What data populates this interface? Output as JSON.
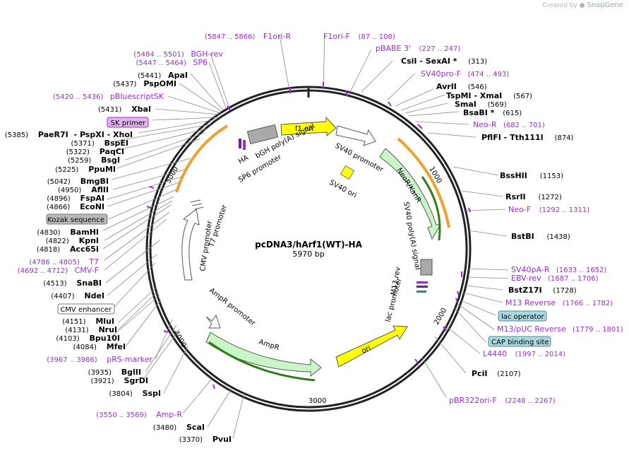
{
  "brand": {
    "created_by": "Created by",
    "name": "SnapGene"
  },
  "title": {
    "name": "pcDNA3/hArf1(WT)-HA",
    "size": "5970 bp"
  },
  "ticks": [
    "1000",
    "2000",
    "3000",
    "4000",
    "5000"
  ],
  "colors": {
    "enzyme": "#000000",
    "primer": "#9a2bd1",
    "f1ori": "#ffff00",
    "ori": "#ffff00",
    "neo": "#c9f5c9",
    "ampr": "#c9f5c9",
    "promoter": "#ffffff",
    "polyA": "#a9a9a9",
    "orange_arc": "#f0a030",
    "green_arc": "#2e7d1a"
  },
  "sites_right": [
    {
      "name": "CsiI",
      "extra": "- SexAI *",
      "pos": "(313)"
    },
    {
      "name": "SV40pro-F",
      "pos": "(474 .. 493)",
      "primer": true
    },
    {
      "name": "AvrII",
      "pos": "(546)"
    },
    {
      "name": "TspMI",
      "extra": "- XmaI",
      "pos": "(567)"
    },
    {
      "name": "SmaI",
      "pos": "(569)"
    },
    {
      "name": "BsaBI *",
      "pos": "(615)"
    },
    {
      "name": "Neo-R",
      "pos": "(682 .. 701)",
      "primer": true
    },
    {
      "name": "PflFI",
      "extra": "- Tth111I",
      "pos": "(874)"
    },
    {
      "name": "BssHII",
      "pos": "(1153)"
    },
    {
      "name": "RsrII",
      "pos": "(1272)"
    },
    {
      "name": "Neo-F",
      "pos": "(1292 .. 1311)",
      "primer": true
    },
    {
      "name": "BstBI",
      "pos": "(1438)"
    },
    {
      "name": "SV40pA-R",
      "pos": "(1633 .. 1652)",
      "primer": true
    },
    {
      "name": "EBV-rev",
      "pos": "(1687 .. 1706)",
      "primer": true
    },
    {
      "name": "BstZ17I",
      "pos": "(1728)"
    },
    {
      "name": "M13 Reverse",
      "pos": "(1766 .. 1782)",
      "primer": true
    },
    {
      "name": "lac operator",
      "boxed": "lac"
    },
    {
      "name": "M13/pUC Reverse",
      "pos": "(1779 .. 1801)",
      "primer": true
    },
    {
      "name": "CAP binding site",
      "boxed": "cap"
    },
    {
      "name": "L4440",
      "pos": "(1997 .. 2014)",
      "primer": true
    },
    {
      "name": "PciI",
      "pos": "(2107)"
    },
    {
      "name": "pBR322ori-F",
      "pos": "(2248 .. 2267)",
      "primer": true
    }
  ],
  "sites_top": [
    {
      "name": "F1ori-R",
      "pos": "(5847 .. 5866)",
      "primer": true
    },
    {
      "name": "F1ori-F",
      "pos": "(87 .. 108)",
      "primer": true
    },
    {
      "name": "pBABE 3'",
      "pos": "(227 .. 247)",
      "primer": true
    }
  ],
  "sites_left": [
    {
      "name": "BGH-rev",
      "pos": "(5484 .. 5501)",
      "primer": true
    },
    {
      "name": "SP6",
      "pos": "(5447 .. 5464)",
      "primer": true
    },
    {
      "name": "ApaI",
      "pos": "(5441)"
    },
    {
      "name": "PspOMI",
      "pos": "(5437)"
    },
    {
      "name": "pBluescriptSK",
      "pos": "(5420 .. 5436)",
      "primer": true
    },
    {
      "name": "XbaI",
      "pos": "(5431)"
    },
    {
      "name": "SK primer",
      "boxed": "sk"
    },
    {
      "name": "PaeR7I",
      "extra": "- PspXI - XhoI",
      "pos": "(5385)"
    },
    {
      "name": "BspEI",
      "pos": "(5371)"
    },
    {
      "name": "PaqCI",
      "pos": "(5322)"
    },
    {
      "name": "BsgI",
      "pos": "(5259)"
    },
    {
      "name": "PpuMI",
      "pos": "(5225)"
    },
    {
      "name": "BmgBI",
      "pos": "(5042)"
    },
    {
      "name": "AflII",
      "pos": "(4950)"
    },
    {
      "name": "FspAI",
      "pos": "(4896)"
    },
    {
      "name": "EcoNI",
      "pos": "(4866)"
    },
    {
      "name": "Kozak sequence",
      "boxed": "kozak"
    },
    {
      "name": "BamHI",
      "pos": "(4830)"
    },
    {
      "name": "KpnI",
      "pos": "(4822)"
    },
    {
      "name": "Acc65I",
      "pos": "(4818)"
    },
    {
      "name": "T7",
      "pos": "(4786 .. 4805)",
      "primer": true
    },
    {
      "name": "CMV-F",
      "pos": "(4692 .. 4712)",
      "primer": true
    },
    {
      "name": "SnaBI",
      "pos": "(4513)"
    },
    {
      "name": "NdeI",
      "pos": "(4407)"
    },
    {
      "name": "CMV enhancer",
      "boxed": "cmv"
    },
    {
      "name": "MluI",
      "pos": "(4151)"
    },
    {
      "name": "NruI",
      "pos": "(4131)"
    },
    {
      "name": "Bpu10I",
      "pos": "(4103)"
    },
    {
      "name": "MfeI",
      "pos": "(4084)"
    },
    {
      "name": "pRS-marker",
      "pos": "(3967 .. 3986)",
      "primer": true
    },
    {
      "name": "BglII",
      "pos": "(3935)"
    },
    {
      "name": "SgrDI",
      "pos": "(3921)"
    },
    {
      "name": "SspI",
      "pos": "(3804)"
    },
    {
      "name": "Amp-R",
      "pos": "(3550 .. 3569)",
      "primer": true
    },
    {
      "name": "ScaI",
      "pos": "(3480)"
    },
    {
      "name": "PvuI",
      "pos": "(3370)"
    }
  ],
  "features": {
    "f1ori": "f1 ori",
    "sv40_promoter": "SV40 promoter",
    "sv40_ori": "SV40 ori",
    "neo": "NeoR/KanR",
    "sv40_polya": "SV40 poly(A) signal",
    "m13rev": "M13 rev",
    "lac_promoter": "lac promoter",
    "ori": "ori",
    "ampr": "AmpR",
    "ampr_promoter": "AmpR promoter",
    "cmv_promoter": "CMV promoter",
    "t7_promoter": "T7 promoter",
    "bgh": "bGH poly(A) signal",
    "ha": "HA",
    "sp6": "SP6 promoter"
  }
}
